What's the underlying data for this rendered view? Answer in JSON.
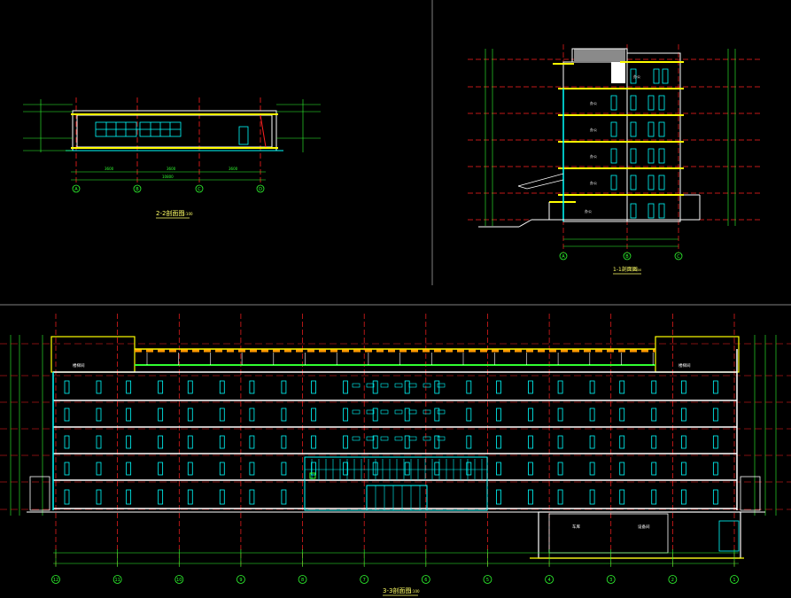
{
  "colors": {
    "background": "#000000",
    "wall": "#ffffff",
    "axis": "#ff2020",
    "dim": "#30ff30",
    "window": "#00ffff",
    "slab": "#ffff00",
    "roof_band": "#ff9900",
    "annot": "#ffff66",
    "separator": "#808080"
  },
  "drawings": {
    "section_2_2": {
      "title": "2-2剖面图",
      "scale": "1:100",
      "axis_labels": [
        "A",
        "B",
        "C",
        "D"
      ],
      "room_labels": []
    },
    "section_1_1": {
      "title": "1-1剖面图",
      "scale": "1:100",
      "axis_labels": [
        "A",
        "B",
        "C"
      ],
      "room_labels": [
        "办公",
        "办公",
        "办公",
        "办公",
        "办公",
        "办公"
      ]
    },
    "section_3_3": {
      "title": "3-3剖面图",
      "scale": "1:100",
      "axis_labels": [
        "12",
        "11",
        "10",
        "9",
        "8",
        "7",
        "6",
        "5",
        "4",
        "3",
        "2",
        "1"
      ],
      "room_labels": [
        "楼梯间",
        "楼梯间",
        "车库",
        "设备间"
      ]
    }
  }
}
